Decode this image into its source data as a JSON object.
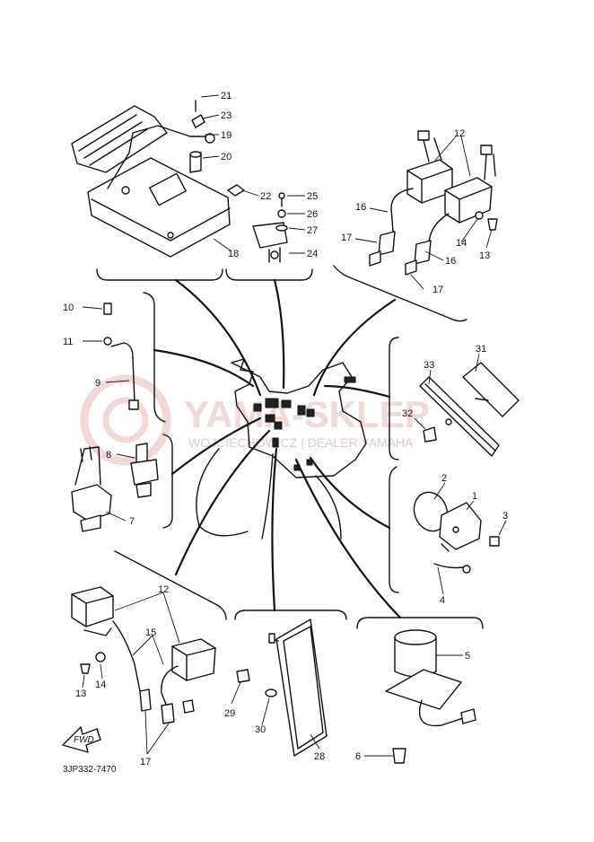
{
  "diagram_code": "3JP332-7470",
  "watermark": {
    "title": "YAMA-SKLEP",
    "subtitle": "WOJCIECHOWICZ | DEALER YAMAHA"
  },
  "callouts": {
    "c1": "1",
    "c2": "2",
    "c3": "3",
    "c4": "4",
    "c5": "5",
    "c6": "6",
    "c7": "7",
    "c8": "8",
    "c9": "9",
    "c10": "10",
    "c11": "11",
    "c12a": "12",
    "c12b": "12",
    "c13a": "13",
    "c13b": "13",
    "c14a": "14",
    "c14b": "14",
    "c15": "15",
    "c16a": "16",
    "c16b": "16",
    "c17a": "17",
    "c17b": "17",
    "c17c": "17",
    "c18": "18",
    "c19": "19",
    "c20": "20",
    "c21": "21",
    "c22": "22",
    "c23": "23",
    "c24": "24",
    "c25": "25",
    "c26": "26",
    "c27": "27",
    "c28": "28",
    "c29": "29",
    "c30": "30",
    "c31": "31",
    "c32": "32",
    "c33": "33"
  },
  "fwd_label": "FWD",
  "colors": {
    "ink": "#111111",
    "watermark": "#e9b9b9"
  }
}
